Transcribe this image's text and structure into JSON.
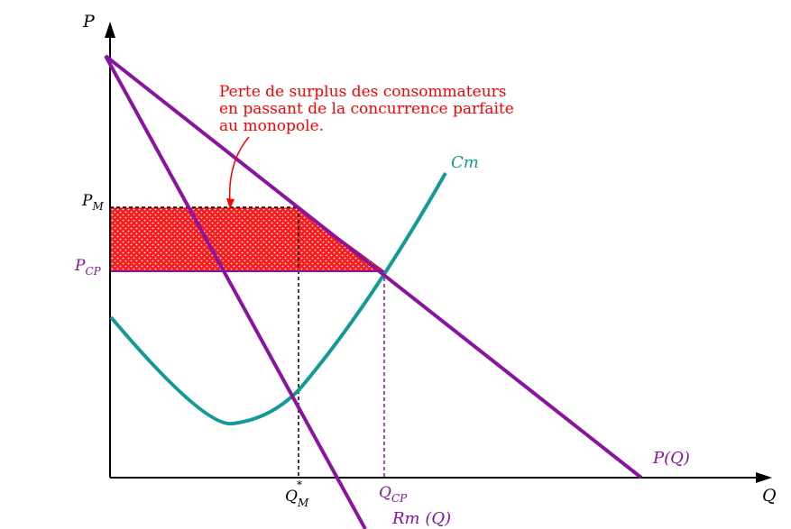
{
  "axes": {
    "y_label": "P",
    "x_label": "Q"
  },
  "annotation": {
    "lines": [
      "Perte de surplus des consommateurs",
      "en passant de la concurrence parfaite",
      "au monopole."
    ]
  },
  "curves": {
    "cm": "Cm",
    "demand": "P(Q)",
    "marginal_revenue": "Rm (Q)"
  },
  "price_labels": {
    "pm": "P",
    "pm_sub": "M",
    "pcp": "P",
    "pcp_sub": "CP"
  },
  "quantity_labels": {
    "qm": "Q",
    "qm_sub": "M",
    "qm_sup": "*",
    "qcp": "Q",
    "qcp_sub": "CP"
  },
  "colors": {
    "demand": "#8a13a0",
    "marginal_revenue": "#8a13a0",
    "cost": "#129a94",
    "loss_area": "#ff1a1a",
    "annotation": "#ff0000",
    "pcp_label": "#8a13a0",
    "axes": "#000000"
  }
}
